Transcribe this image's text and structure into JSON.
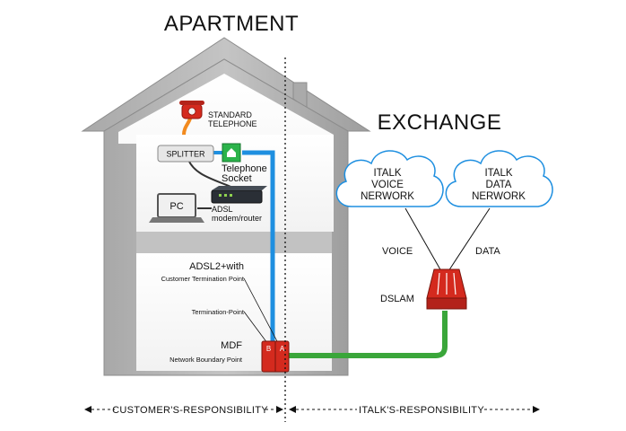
{
  "titles": {
    "apartment": "APARTMENT",
    "exchange": "EXCHANGE"
  },
  "devices": {
    "phone_line1": "STANDARD",
    "phone_line2": "TELEPHONE",
    "splitter": "SPLITTER",
    "socket_line1": "Telephone",
    "socket_line2": "Socket",
    "pc": "PC",
    "modem_line1": "ADSL",
    "modem_line2": "modem/router"
  },
  "lower_floor": {
    "adsl2": "ADSL2+with",
    "ctp": "Customer Termination Point",
    "tp": "Termination-Point",
    "mdf": "MDF",
    "nbp": "Network Boundary Point",
    "mdf_b": "B",
    "mdf_a": "A"
  },
  "clouds": {
    "voice": [
      "ITALK",
      "VOICE",
      "NERWORK"
    ],
    "data": [
      "ITALK",
      "DATA",
      "NERWORK"
    ]
  },
  "links": {
    "voice": "VOICE",
    "data": "DATA",
    "dslam": "DSLAM"
  },
  "responsibility": {
    "customer": "CUSTOMER'S-RESPONSIBILITY",
    "italk": "ITALK'S-RESPONSIBILITY"
  },
  "colors": {
    "house": "#b9b9b9",
    "blue_line": "#1e8fe0",
    "green_line": "#3aa63a",
    "red_device": "#d42a1e",
    "orange_cord": "#f28a1e"
  }
}
